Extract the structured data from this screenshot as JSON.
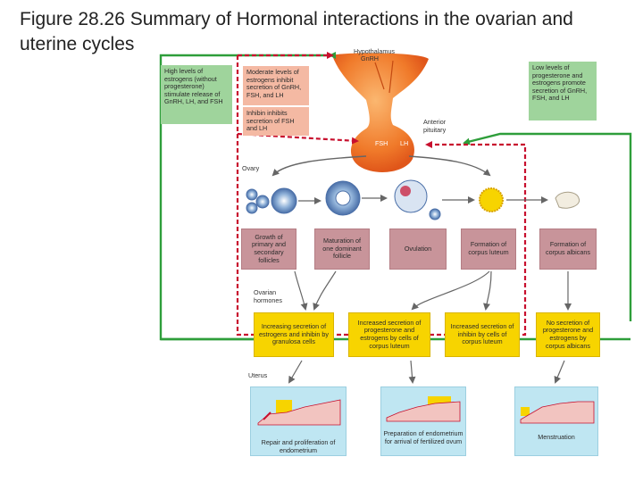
{
  "title": "Figure 28.26 Summary of Hormonal interactions in the ovarian and uterine cycles",
  "labels": {
    "hypothalamus": "Hypothalamus",
    "gnrh": "GnRH",
    "anterior_pituitary": "Anterior pituitary",
    "fsh": "FSH",
    "lh": "LH",
    "ovary": "Ovary",
    "ovarian_hormones": "Ovarian hormones",
    "uterus": "Uterus"
  },
  "feedback_boxes": {
    "high_estrogen": "High levels of estrogens (without progesterone) stimulate release of GnRH, LH, and FSH",
    "moderate_estrogen": "Moderate levels of estrogens inhibit secretion of GnRH, FSH, and LH",
    "inhibin": "Inhibin inhibits secretion of FSH and LH",
    "low_levels": "Low levels of progesterone and estrogens promote secretion of GnRH, FSH, and LH"
  },
  "ovary_stages": [
    "Growth of primary and secondary follicles",
    "Maturation of one dominant follicle",
    "Ovulation",
    "Formation of corpus luteum",
    "Formation of corpus albicans"
  ],
  "hormone_boxes": [
    "Increasing secretion of estrogens and inhibin by granulosa cells",
    "Increased secretion of progesterone and estrogens by cells of corpus luteum",
    "Increased secretion of inhibin by cells of corpus luteum",
    "No secretion of progesterone and estrogens by corpus albicans"
  ],
  "uterus_panels": [
    "Repair and proliferation of endometrium",
    "Preparation of endometrium for arrival of fertilized ovum",
    "Menstruation"
  ],
  "colors": {
    "green_box": "#9fd49c",
    "salmon_box": "#f4b9a3",
    "mauve_box": "#c8949a",
    "yellow_box": "#f7d400",
    "uterus_panel": "#bfe6f2",
    "green_arrow": "#2e9e3a",
    "red_dashed": "#c8102e",
    "pituitary": "#f07a2a"
  }
}
